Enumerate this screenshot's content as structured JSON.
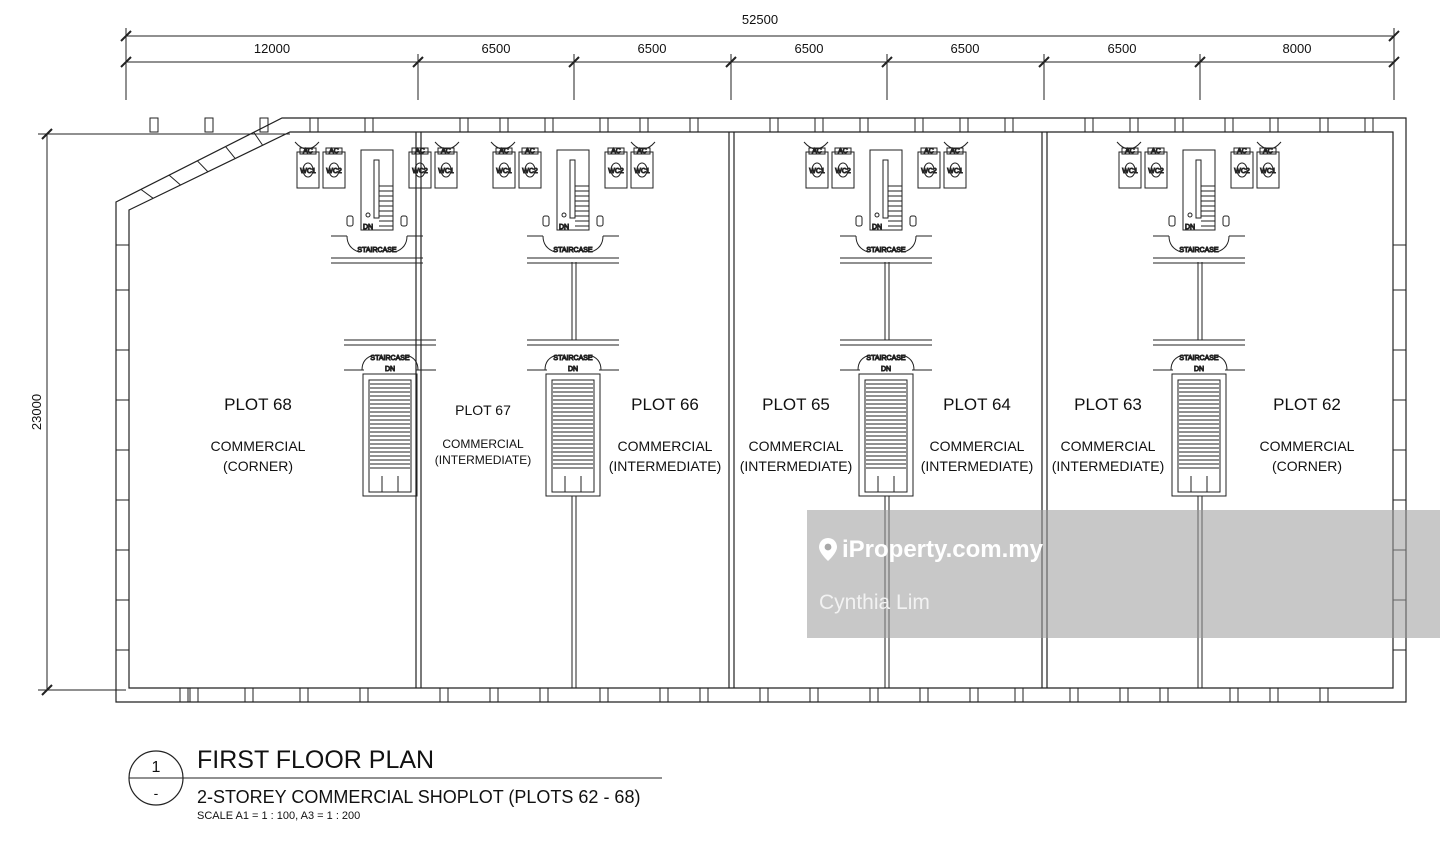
{
  "dimensions": {
    "overall_width": "52500",
    "overall_depth": "23000",
    "segments": [
      "12000",
      "6500",
      "6500",
      "6500",
      "6500",
      "6500",
      "8000"
    ]
  },
  "plots": [
    {
      "name": "PLOT 68",
      "use": "COMMERCIAL",
      "type": "(CORNER)"
    },
    {
      "name": "PLOT 67",
      "use": "COMMERCIAL",
      "type": "(INTERMEDIATE)"
    },
    {
      "name": "PLOT 66",
      "use": "COMMERCIAL",
      "type": "(INTERMEDIATE)"
    },
    {
      "name": "PLOT 65",
      "use": "COMMERCIAL",
      "type": "(INTERMEDIATE)"
    },
    {
      "name": "PLOT 64",
      "use": "COMMERCIAL",
      "type": "(INTERMEDIATE)"
    },
    {
      "name": "PLOT 63",
      "use": "COMMERCIAL",
      "type": "(INTERMEDIATE)"
    },
    {
      "name": "PLOT 62",
      "use": "COMMERCIAL",
      "type": "(CORNER)"
    }
  ],
  "labels": {
    "staircase": "STAIRCASE",
    "down": "DN",
    "ac": "AC",
    "wc1": "WC1",
    "wc2": "WC2"
  },
  "title_block": {
    "number": "1",
    "sheet": "-",
    "title": "FIRST FLOOR PLAN",
    "subtitle": "2-STOREY COMMERCIAL SHOPLOT (PLOTS 62 - 68)",
    "scale": "SCALE  A1 = 1 : 100,   A3 = 1 : 200"
  },
  "watermark": {
    "brand": "iProperty.com.my",
    "agent": "Cynthia Lim",
    "pin_icon": "location-pin-icon"
  }
}
